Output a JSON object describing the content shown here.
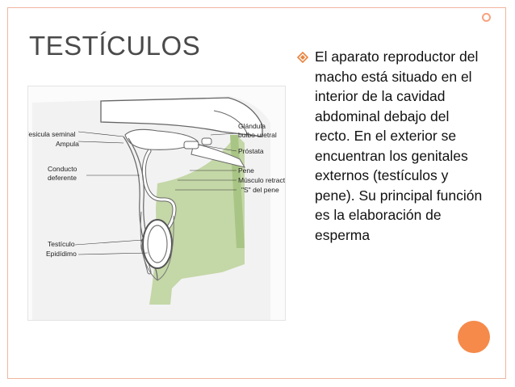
{
  "slide": {
    "title": "TESTÍCULOS",
    "bullet_text": "El aparato reproductor del macho está situado en el interior de la cavidad abdominal debajo del recto. En el exterior se encuentran los genitales externos (testículos y pene). Su principal función es la elaboración de esperma"
  },
  "diagram": {
    "labels_left": {
      "vesicula": "/esicula seminal",
      "ampula": "Ampula",
      "conducto_1": "Conducto",
      "conducto_2": "deferente",
      "testiculo": "Testículo",
      "epididimo": "Epidídimo"
    },
    "labels_right": {
      "glandula_1": "Glándula",
      "glandula_2": "bulbo-uretral",
      "prostata": "Próstata",
      "pene": "Pene",
      "musculo": "Músculo retracto",
      "s_pene": "\"S\" del pene"
    }
  },
  "colors": {
    "accent_orange": "#f58a4b",
    "frame_peach": "#f0b5a0",
    "bullet_orange": "#e8843f",
    "tissue_green": "#bfd49f"
  }
}
